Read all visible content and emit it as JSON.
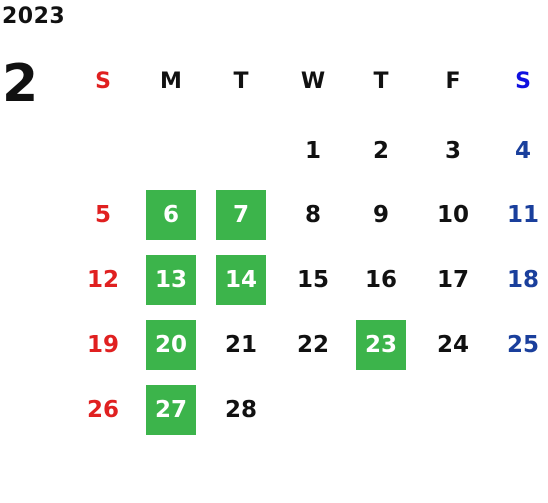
{
  "calendar": {
    "year": "2023",
    "month": "2",
    "weekdays": [
      "S",
      "M",
      "T",
      "W",
      "T",
      "F",
      "S"
    ],
    "weeks": [
      [
        "",
        "",
        "",
        "1",
        "2",
        "3",
        "4"
      ],
      [
        "5",
        "6",
        "7",
        "8",
        "9",
        "10",
        "11"
      ],
      [
        "12",
        "13",
        "14",
        "15",
        "16",
        "17",
        "18"
      ],
      [
        "19",
        "20",
        "21",
        "22",
        "23",
        "24",
        "25"
      ],
      [
        "26",
        "27",
        "28",
        "",
        "",
        "",
        ""
      ]
    ],
    "highlighted_days": [
      "6",
      "7",
      "13",
      "14",
      "20",
      "23",
      "27"
    ],
    "colors": {
      "sunday": "#e02020",
      "saturday": "#1a3f9c",
      "saturday_header": "#1010e0",
      "highlight_bg": "#3cb44b",
      "highlight_text": "#ffffff",
      "default_text": "#111111"
    }
  }
}
